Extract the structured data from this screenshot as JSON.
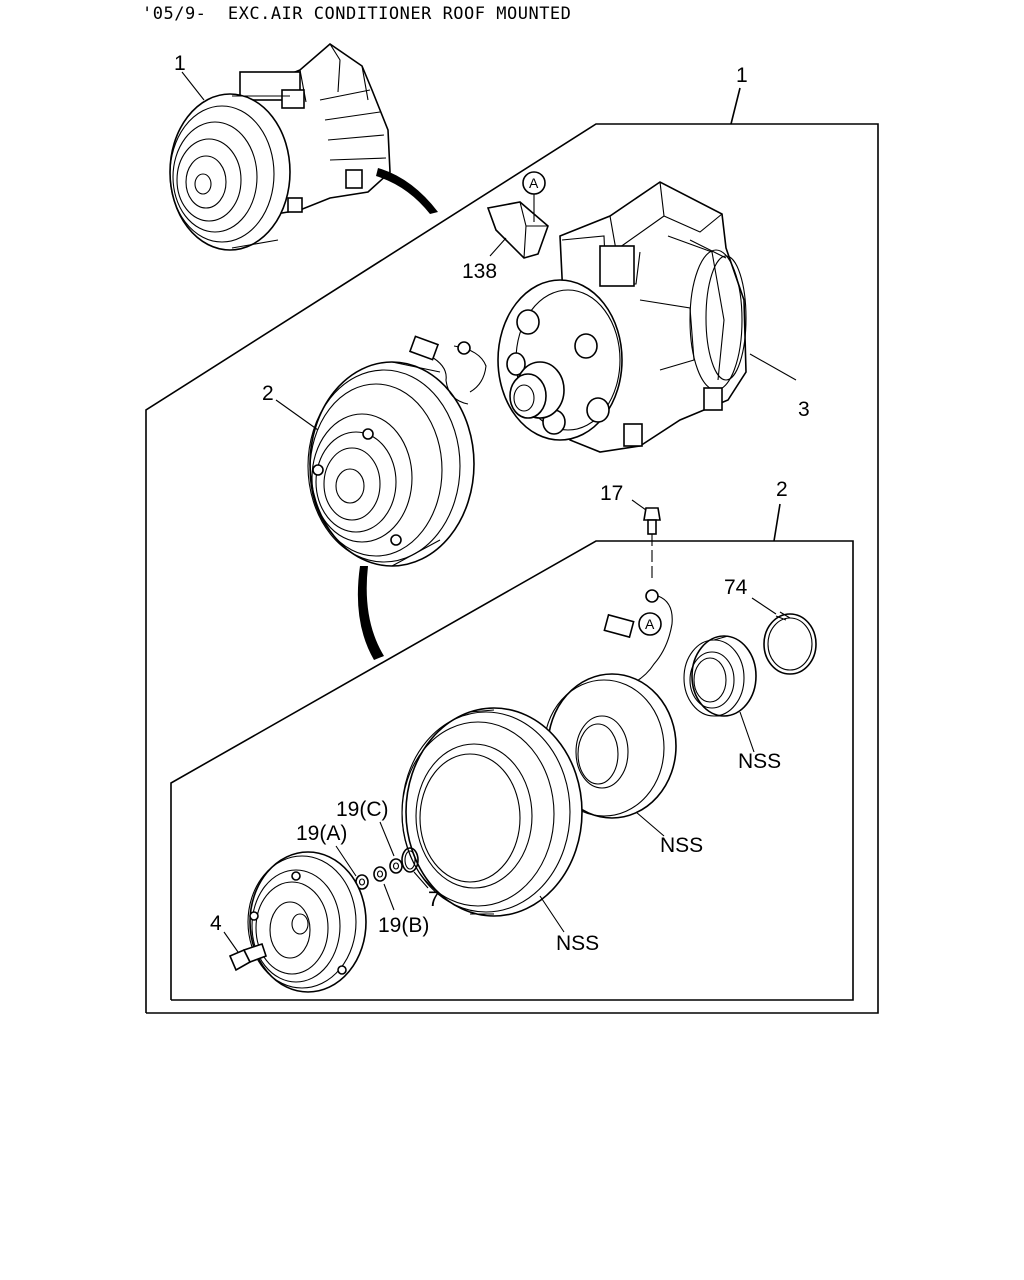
{
  "header": {
    "title": "'05/9-  EXC.AIR CONDITIONER ROOF MOUNTED"
  },
  "callouts": {
    "assembly_top": "1",
    "assembly_box": "1",
    "clutch_box": "2",
    "clutch": "2",
    "compressor": "3",
    "bracket": "138",
    "screw": "17",
    "snap_ring_outer": "74",
    "bearing_nss": "NSS",
    "coil_nss": "NSS",
    "pulley_nss": "NSS",
    "shim_c": "19(C)",
    "shim_a": "19(A)",
    "shim_b": "19(B)",
    "snap_ring": "7",
    "bolt": "4",
    "ref_a_top": "A",
    "ref_a_wire": "A"
  },
  "colors": {
    "line": "#000000",
    "background": "#ffffff"
  }
}
